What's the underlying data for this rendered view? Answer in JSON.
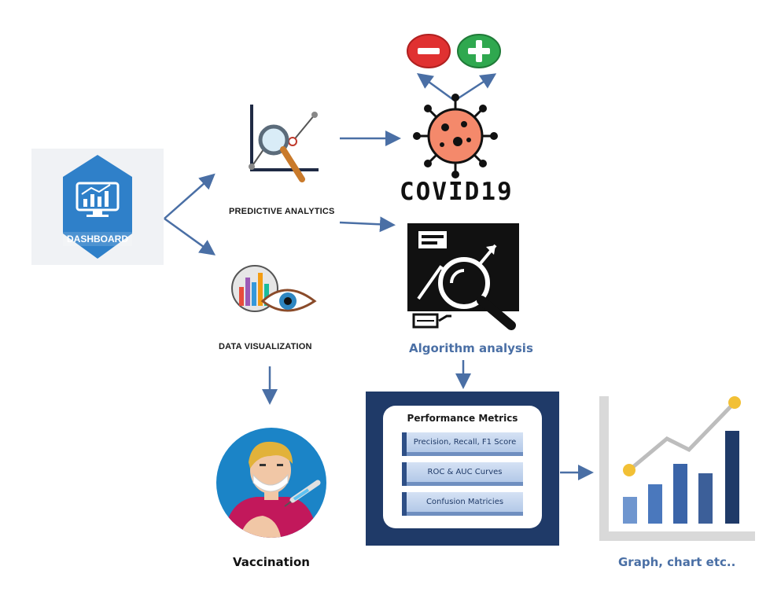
{
  "dashboard": {
    "label": "DASHBOARD",
    "icon": "monitor-chart-icon",
    "color": "#2f80c9"
  },
  "predictive": {
    "label": "PREDICTIVE ANALYTICS",
    "icon": "magnifier-trend-icon"
  },
  "visualization": {
    "label": "DATA VISUALIZATION",
    "icon": "eye-chart-icon"
  },
  "covid": {
    "title": "COVID19",
    "icon": "virus-icon",
    "minus_icon": "minus-icon",
    "plus_icon": "plus-icon"
  },
  "algorithm": {
    "label": "Algorithm analysis",
    "icon": "analysis-icon"
  },
  "vaccination": {
    "label": "Vaccination",
    "icon": "vaccination-icon"
  },
  "metrics": {
    "title": "Performance Metrics",
    "items": [
      "Precision, Recall, F1 Score",
      "ROC & AUC Curves",
      "Confusion Matricies"
    ]
  },
  "graph": {
    "label": "Graph, chart etc..",
    "icon": "bar-line-chart-icon"
  },
  "colors": {
    "arrow": "#4a6fa5",
    "panel": "#1f3a68",
    "accent_blue": "#4a6fa5",
    "virus": "#f4896b"
  }
}
